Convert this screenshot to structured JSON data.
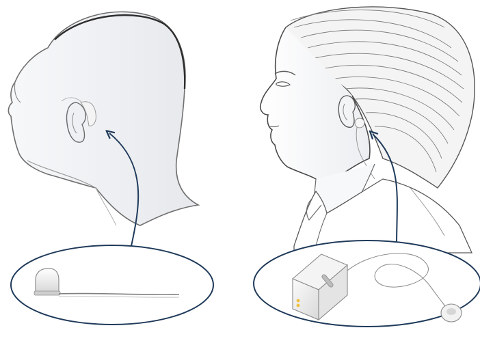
{
  "figure": {
    "panels": [
      {
        "device": "behind-the-ear-hearing-aid",
        "view": "head-back-three-quarter"
      },
      {
        "device": "body-worn-hearing-aid",
        "view": "head-profile"
      }
    ]
  },
  "colors": {
    "outline": "#7a7a7a",
    "outline_dark": "#3a3a3a",
    "skin_shade": "#e9ebee",
    "hair": "#8a8a8a",
    "callout": "#1f3a5a",
    "device_body": "#f2f2f2",
    "device_shadow": "#c9c9c9",
    "indicator": "#f0c040"
  }
}
